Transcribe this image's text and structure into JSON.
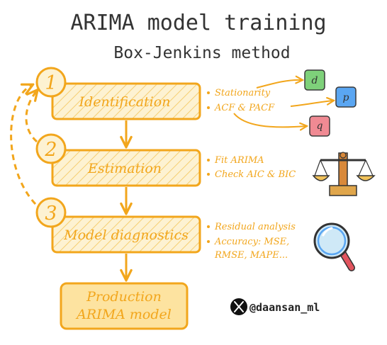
{
  "title": "ARIMA model training",
  "subtitle": "Box-Jenkins method",
  "steps": [
    {
      "number": "1",
      "label": "Identification"
    },
    {
      "number": "2",
      "label": "Estimation"
    },
    {
      "number": "3",
      "label": "Model diagnostics"
    }
  ],
  "production": {
    "line1": "Production",
    "line2": "ARIMA model"
  },
  "notes": {
    "identification": [
      "Stationarity",
      "ACF & PACF"
    ],
    "estimation": [
      "Fit ARIMA",
      "Check AIC & BIC"
    ],
    "diagnostics": [
      "Residual analysis",
      "Accuracy: MSE,",
      "RMSE, MAPE..."
    ]
  },
  "params": {
    "d": "d",
    "p": "p",
    "q": "q"
  },
  "credit": {
    "handle": "@daansan_ml",
    "icon": "x-logo-icon"
  },
  "icons": {
    "estimation": "balance-scale-icon",
    "diagnostics": "magnifying-glass-icon"
  },
  "colors": {
    "accent": "#f2a61c",
    "box_fill": "#fdf0c8",
    "d_box": "#7ed17a",
    "p_box": "#5aa6f2",
    "q_box": "#f08a93",
    "text": "#333333"
  }
}
